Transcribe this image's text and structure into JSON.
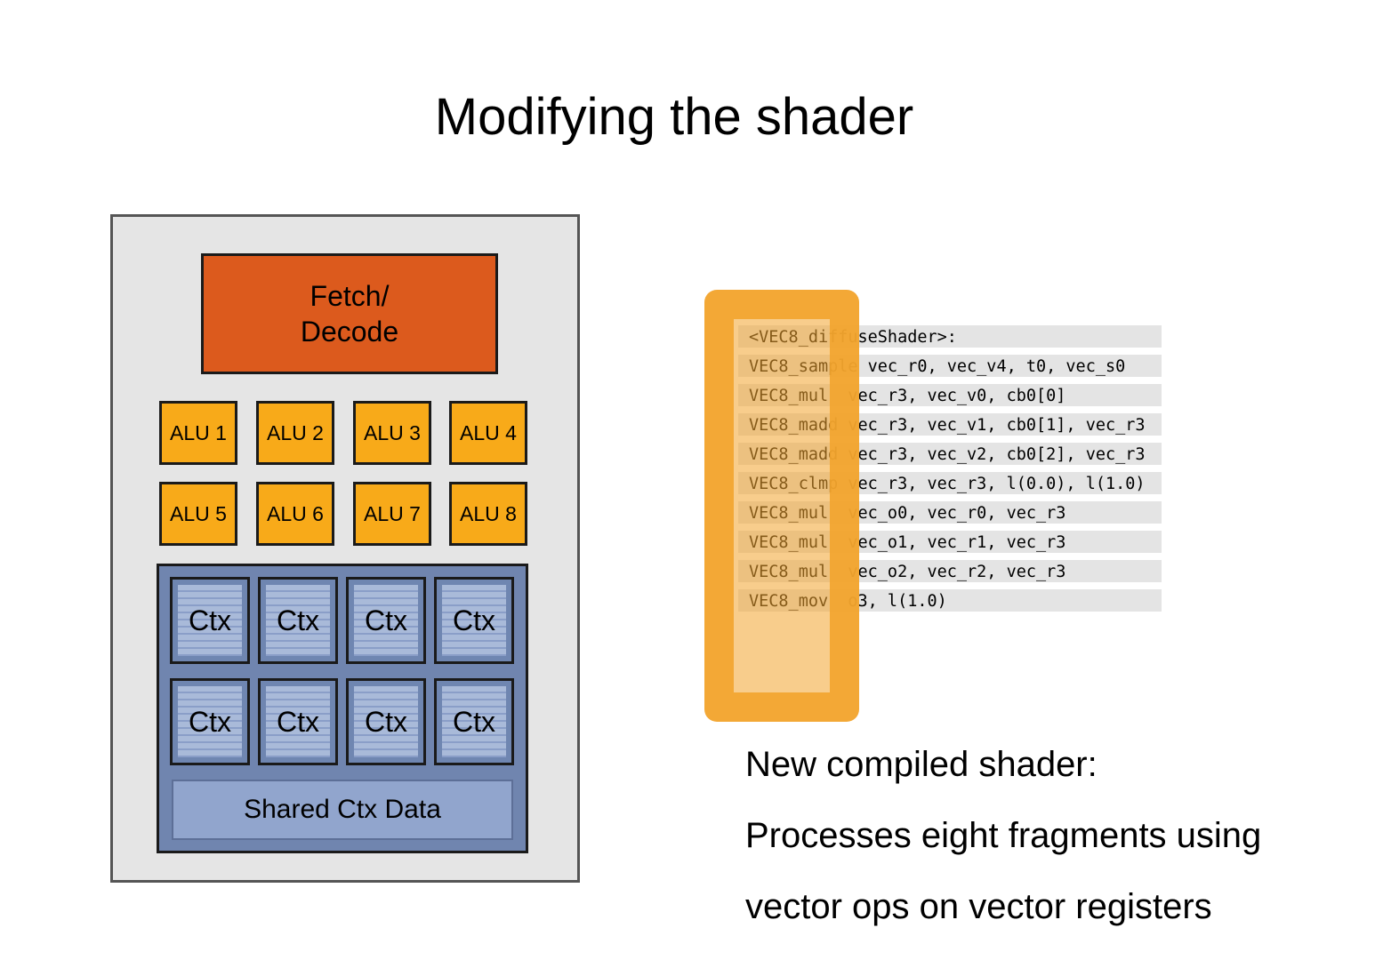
{
  "title": "Modifying the shader",
  "core": {
    "fetch_decode": "Fetch/\nDecode",
    "alus": [
      "ALU 1",
      "ALU 2",
      "ALU 3",
      "ALU 4",
      "ALU 5",
      "ALU 6",
      "ALU 7",
      "ALU 8"
    ],
    "contexts": [
      "Ctx",
      "Ctx",
      "Ctx",
      "Ctx",
      "Ctx",
      "Ctx",
      "Ctx",
      "Ctx"
    ],
    "shared_ctx": "Shared Ctx Data"
  },
  "code": {
    "lines": [
      "<VEC8_diffuseShader>:",
      "VEC8_sample vec_r0, vec_v4, t0, vec_s0",
      "VEC8_mul  vec_r3, vec_v0, cb0[0]",
      "VEC8_madd vec_r3, vec_v1, cb0[1], vec_r3",
      "VEC8_madd vec_r3, vec_v2, cb0[2], vec_r3",
      "VEC8_clmp vec_r3, vec_r3, l(0.0), l(1.0)",
      "VEC8_mul  vec_o0, vec_r0, vec_r3",
      "VEC8_mul  vec_o1, vec_r1, vec_r3",
      "VEC8_mul  vec_o2, vec_r2, vec_r3",
      "VEC8_mov  o3, l(1.0)"
    ]
  },
  "description": {
    "line1": "New compiled shader:",
    "line2": "Processes eight fragments using",
    "line3": "vector ops on vector registers"
  },
  "colors": {
    "fetch": "#dc5a1d",
    "alu": "#f8aa19",
    "ctx": "#a9bad9",
    "shared": "#91a5cd",
    "highlight": "#f3a42d"
  }
}
